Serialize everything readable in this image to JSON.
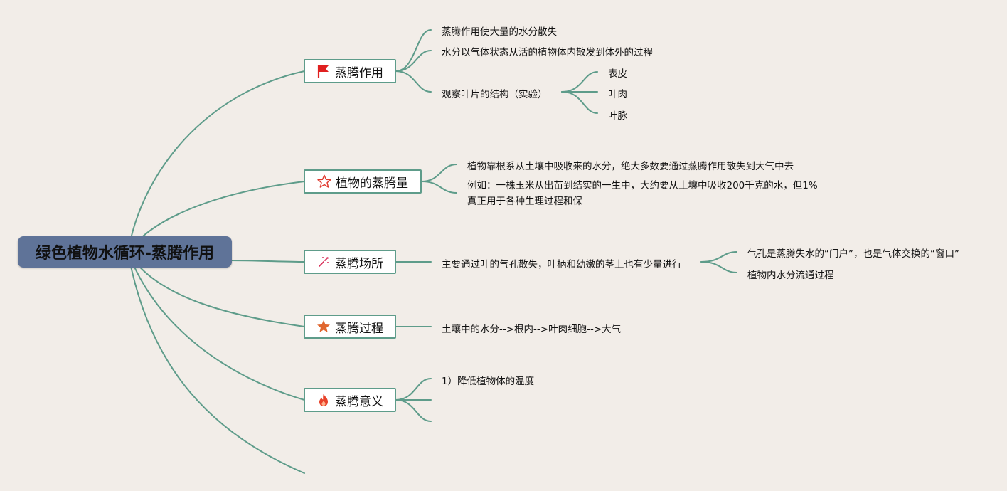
{
  "root": {
    "label": "绿色植物水循环-蒸腾作用"
  },
  "branches": [
    {
      "label": "蒸腾作用",
      "icon": "red-flag-icon",
      "children": [
        {
          "label": "蒸腾作用使大量的水分散失"
        },
        {
          "label": "水分以气体状态从活的植物体内散发到体外的过程"
        },
        {
          "label": "观察叶片的结构（实验）",
          "children": [
            {
              "label": "表皮"
            },
            {
              "label": "叶肉"
            },
            {
              "label": "叶脉"
            }
          ]
        }
      ]
    },
    {
      "label": "植物的蒸腾量",
      "icon": "star-outline-icon",
      "children": [
        {
          "label": "植物靠根系从土壤中吸收来的水分，绝大多数要通过蒸腾作用散失到大气中去"
        },
        {
          "label": "例如：一株玉米从出苗到结实的一生中，大约要从土壤中吸收200千克的水，但1%真正用于各种生理过程和保"
        }
      ]
    },
    {
      "label": "蒸腾场所",
      "icon": "sparkle-icon",
      "children": [
        {
          "label": "主要通过叶的气孔散失，叶柄和幼嫩的茎上也有少量进行",
          "children": [
            {
              "label": "气孔是蒸腾失水的“门户”，也是气体交换的“窗口”"
            },
            {
              "label": "植物内水分流通过程"
            }
          ]
        }
      ]
    },
    {
      "label": "蒸腾过程",
      "icon": "orange-star-icon",
      "children": [
        {
          "label": "土壤中的水分-->根内-->叶肉细胞-->大气"
        }
      ]
    },
    {
      "label": "蒸腾意义",
      "icon": "fire-icon",
      "children": [
        {
          "label": "1）降低植物体的温度"
        },
        {
          "label": ""
        },
        {
          "label": ""
        }
      ]
    }
  ],
  "colors": {
    "line": "#5e9c8a",
    "root_fill": "#5f7398",
    "background": "#f2ede8",
    "flag": "#e02020",
    "star_outline": "#e03a2f",
    "sparkle": "#d9305a",
    "orange_star": "#e0662e",
    "fire": "#e8422a"
  }
}
